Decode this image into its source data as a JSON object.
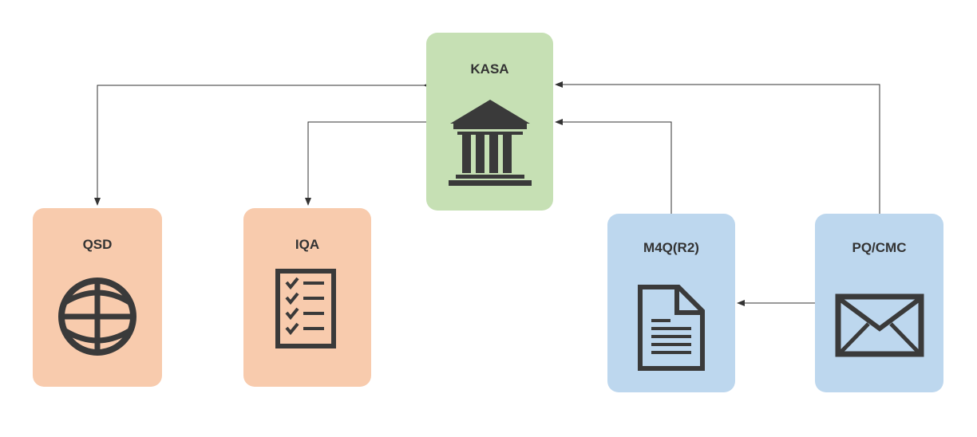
{
  "diagram": {
    "nodes": [
      {
        "id": "kasa",
        "label": "KASA",
        "icon": "bank-building-icon"
      },
      {
        "id": "qsd",
        "label": "QSD",
        "icon": "globe-icon"
      },
      {
        "id": "iqa",
        "label": "IQA",
        "icon": "checklist-icon"
      },
      {
        "id": "m4q",
        "label": "M4Q(R2)",
        "icon": "document-icon"
      },
      {
        "id": "pq",
        "label": "PQ/CMC",
        "icon": "envelope-icon"
      }
    ],
    "edges": [
      {
        "from": "kasa",
        "to": "qsd",
        "bidirectional": true
      },
      {
        "from": "kasa",
        "to": "iqa",
        "bidirectional": false
      },
      {
        "from": "m4q",
        "to": "kasa",
        "bidirectional": false
      },
      {
        "from": "pq",
        "to": "kasa",
        "bidirectional": false
      },
      {
        "from": "pq",
        "to": "m4q",
        "bidirectional": false
      }
    ],
    "colors": {
      "kasa_fill": "#c6e0b4",
      "orange_fill": "#f8cbad",
      "blue_fill": "#bdd7ee",
      "icon": "#3a3a3a",
      "line": "#333333"
    }
  }
}
